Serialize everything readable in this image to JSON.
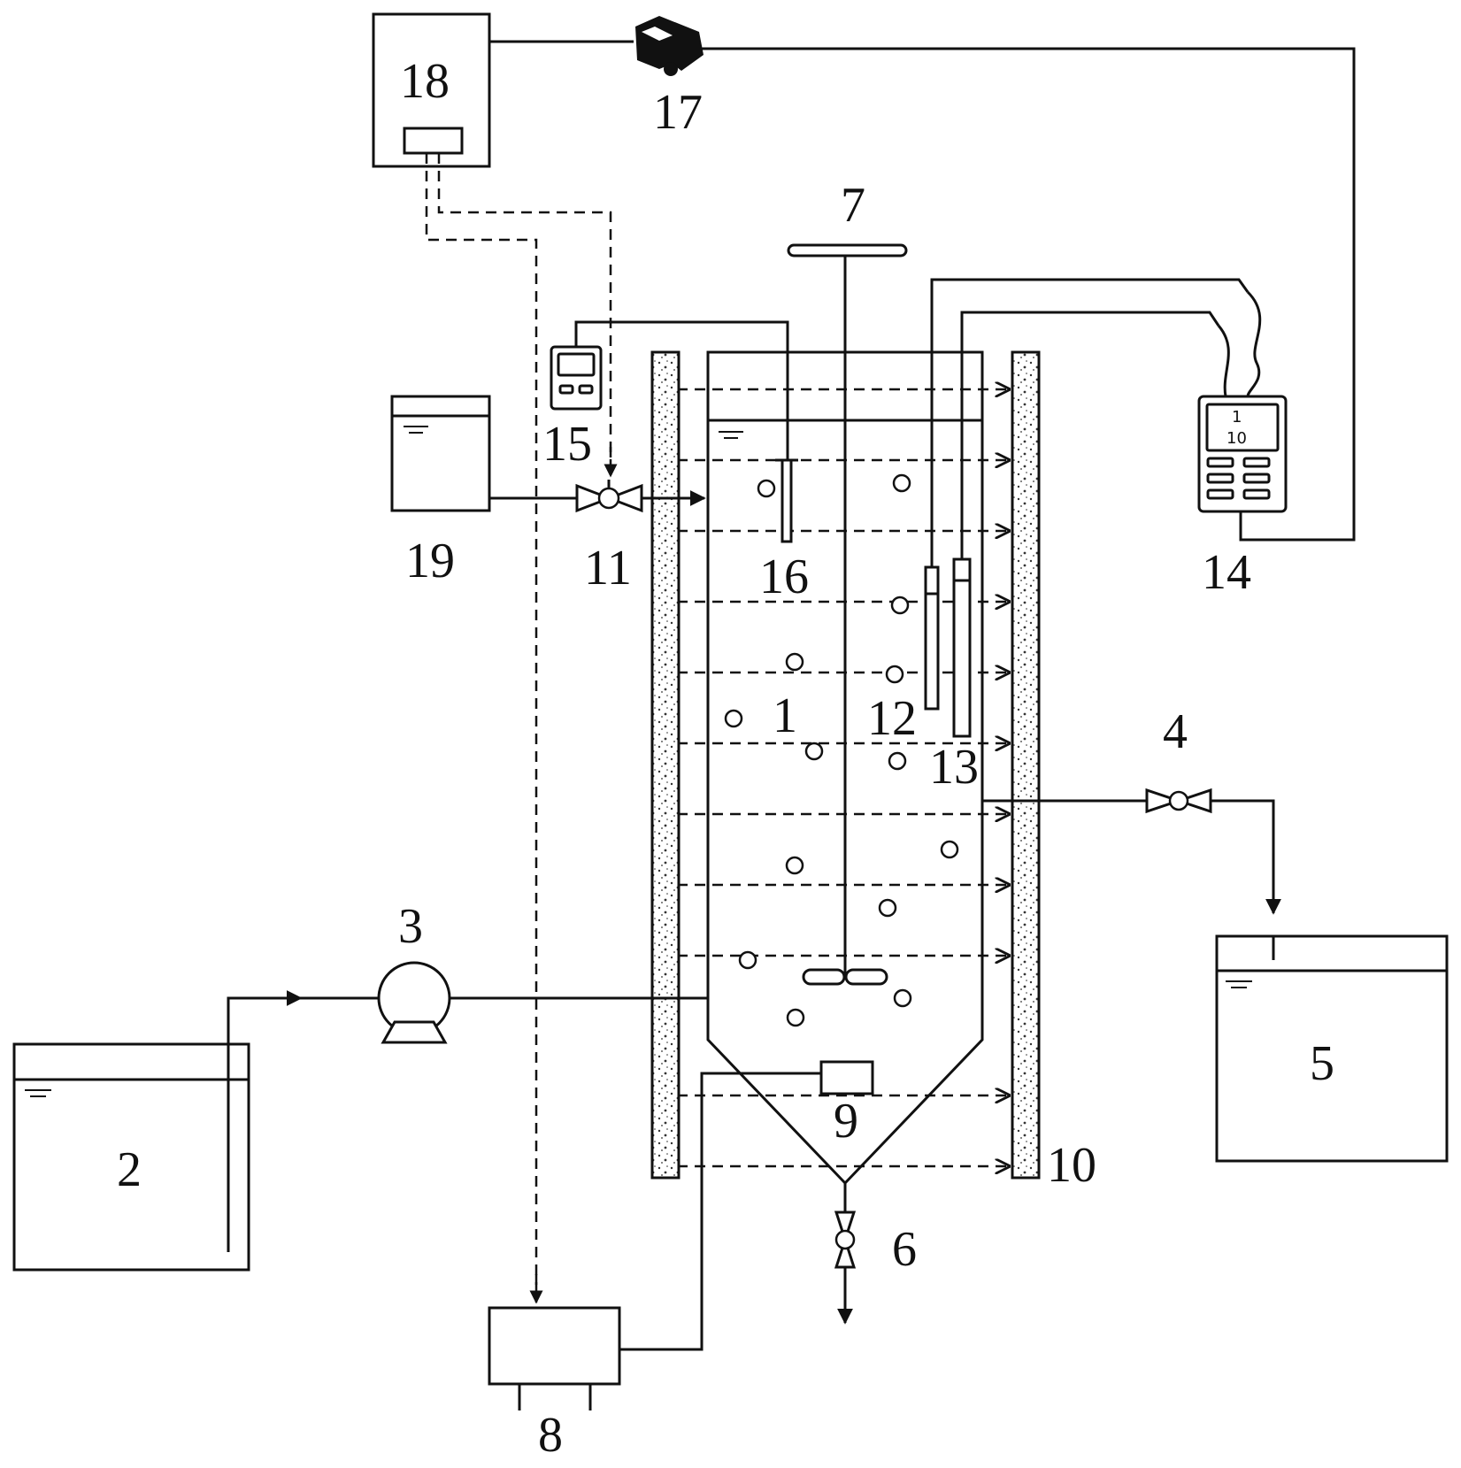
{
  "labels": {
    "reactor": "1",
    "feed_tank": "2",
    "pump": "3",
    "outlet_valve": "4",
    "effluent_tank": "5",
    "drain_valve": "6",
    "stirrer": "7",
    "heater_controller": "8",
    "heater": "9",
    "water_jacket": "10",
    "dosing_valve": "11",
    "probe_a": "12",
    "probe_b": "13",
    "meter": "14",
    "controller_unit": "15",
    "sensor": "16",
    "camera": "17",
    "computer": "18",
    "chemical_tank": "19"
  },
  "meter_screen": {
    "line1": "1",
    "line2": "10"
  },
  "colors": {
    "line": "#111111",
    "background": "#ffffff"
  }
}
